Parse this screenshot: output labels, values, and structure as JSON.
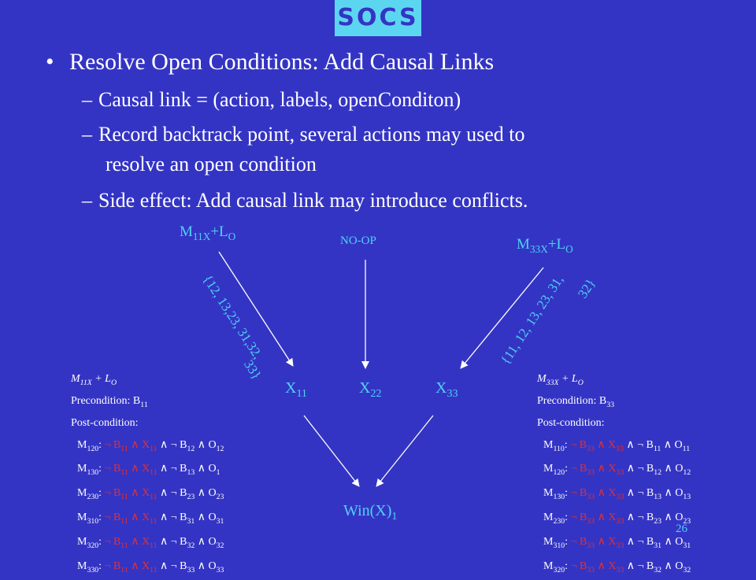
{
  "logo": "SOCS",
  "bullet": "Resolve Open Conditions: Add Causal Links",
  "subbullets": [
    "Causal link = (action, labels, openConditon)",
    "Record backtrack point, several actions may used to",
    "resolve an open condition",
    "Side effect: Add causal link may introduce conflicts."
  ],
  "dash": "–",
  "bullet_mark": "•",
  "diagram": {
    "top_left": {
      "m": "M",
      "sub": "11X",
      "rest": "+L",
      "sub2": "O"
    },
    "top_mid": "NO-OP",
    "top_right": {
      "m": "M",
      "sub": "33X",
      "rest": "+L",
      "sub2": "O"
    },
    "label_left_1": "{12, 13,23, 31,32,",
    "label_left_2": "33}",
    "label_right_1": "{11, 12, 13, 23, 31,",
    "label_right_2": "32}",
    "x11": {
      "m": "X",
      "sub": "11"
    },
    "x22": {
      "m": "X",
      "sub": "22"
    },
    "x33": {
      "m": "X",
      "sub": "33"
    },
    "win": {
      "m": "Win(X)",
      "sub": "1"
    }
  },
  "left_panel": {
    "title": "M11X + LO",
    "title_m": "M",
    "title_sub": "11X",
    "title_plus": " + L",
    "title_sub2": "O",
    "precondition": "Precondition: B",
    "precondition_sub": "11",
    "postcondition": "Post-condition:",
    "rows": [
      {
        "id": "120",
        "tail1": "12",
        "tail2": "12"
      },
      {
        "id": "130",
        "tail1": "13",
        "tail2": "1"
      },
      {
        "id": "230",
        "tail1": "23",
        "tail2": "23"
      },
      {
        "id": "310",
        "tail1": "31",
        "tail2": "31"
      },
      {
        "id": "320",
        "tail1": "32",
        "tail2": "32"
      },
      {
        "id": "330",
        "tail1": "33",
        "tail2": "33"
      }
    ],
    "red_b": "11",
    "red_x": "11"
  },
  "right_panel": {
    "title_m": "M",
    "title_sub": "33X",
    "title_plus": " + L",
    "title_sub2": "O",
    "precondition": "Precondition: B",
    "precondition_sub": "33",
    "postcondition": "Post-condition:",
    "rows": [
      {
        "id": "110",
        "tail1": "11",
        "tail2": "11"
      },
      {
        "id": "120",
        "tail1": "12",
        "tail2": "12"
      },
      {
        "id": "130",
        "tail1": "13",
        "tail2": "13"
      },
      {
        "id": "230",
        "tail1": "23",
        "tail2": "23"
      },
      {
        "id": "310",
        "tail1": "31",
        "tail2": "31"
      },
      {
        "id": "320",
        "tail1": "32",
        "tail2": "32"
      }
    ],
    "red_b": "33",
    "red_x": "33"
  },
  "page_number": "26",
  "colors": {
    "background": "#3434c4",
    "accent": "#4fd2f2",
    "logo_bg": "#5cd6f0",
    "red": "#e23030"
  }
}
